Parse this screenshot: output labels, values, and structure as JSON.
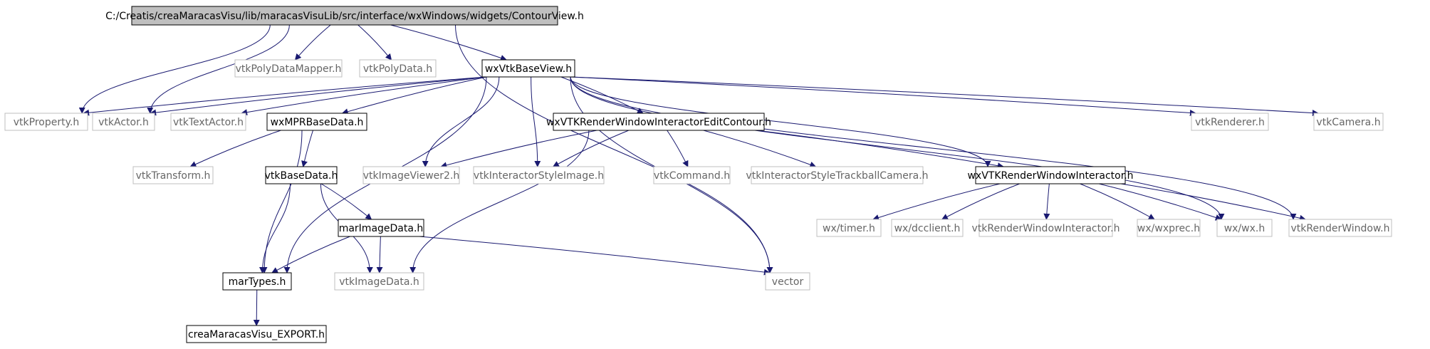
{
  "colors": {
    "edge": "#191970",
    "node_border_local": "#000000",
    "node_border_external": "#bfbfbf",
    "root_fill": "#bfbfbf",
    "node_fill": "#ffffff",
    "text": "#000000",
    "external_text": "#666666"
  },
  "nodes": [
    {
      "id": "contourview",
      "label": "C:/Creatis/creaMaracasVisu/lib/maracasVisuLib/src/interface/wxWindows/widgets/ContourView.h",
      "kind": "root"
    },
    {
      "id": "vtkpolydatamapper",
      "label": "vtkPolyDataMapper.h",
      "kind": "external"
    },
    {
      "id": "vtkpolydata",
      "label": "vtkPolyData.h",
      "kind": "external"
    },
    {
      "id": "wxvtkbaseview",
      "label": "wxVtkBaseView.h",
      "kind": "local"
    },
    {
      "id": "vtkproperty",
      "label": "vtkProperty.h",
      "kind": "external"
    },
    {
      "id": "vtkactor",
      "label": "vtkActor.h",
      "kind": "external"
    },
    {
      "id": "vtktextactor",
      "label": "vtkTextActor.h",
      "kind": "external"
    },
    {
      "id": "wxmprbasedata",
      "label": "wxMPRBaseData.h",
      "kind": "local"
    },
    {
      "id": "wxvtkrwiec",
      "label": "wxVTKRenderWindowInteractorEditContour.h",
      "kind": "local"
    },
    {
      "id": "vtkrenderer",
      "label": "vtkRenderer.h",
      "kind": "external"
    },
    {
      "id": "vtkcamera",
      "label": "vtkCamera.h",
      "kind": "external"
    },
    {
      "id": "vtktransform",
      "label": "vtkTransform.h",
      "kind": "external"
    },
    {
      "id": "vtkbasedata",
      "label": "vtkBaseData.h",
      "kind": "local"
    },
    {
      "id": "vtkimageviewer2",
      "label": "vtkImageViewer2.h",
      "kind": "external"
    },
    {
      "id": "vtkinteractorstyleimage",
      "label": "vtkInteractorStyleImage.h",
      "kind": "external"
    },
    {
      "id": "vtkcommand",
      "label": "vtkCommand.h",
      "kind": "external"
    },
    {
      "id": "vtkistc",
      "label": "vtkInteractorStyleTrackballCamera.h",
      "kind": "external"
    },
    {
      "id": "wxvtkrwi",
      "label": "wxVTKRenderWindowInteractor.h",
      "kind": "local"
    },
    {
      "id": "marimagedata",
      "label": "marImageData.h",
      "kind": "local"
    },
    {
      "id": "wxtimer",
      "label": "wx/timer.h",
      "kind": "external"
    },
    {
      "id": "wxdcclient",
      "label": "wx/dcclient.h",
      "kind": "external"
    },
    {
      "id": "vtkrwi",
      "label": "vtkRenderWindowInteractor.h",
      "kind": "external"
    },
    {
      "id": "wxwxprec",
      "label": "wx/wxprec.h",
      "kind": "external"
    },
    {
      "id": "wxwx",
      "label": "wx/wx.h",
      "kind": "external"
    },
    {
      "id": "vtkrenderwindow",
      "label": "vtkRenderWindow.h",
      "kind": "external"
    },
    {
      "id": "martypes",
      "label": "marTypes.h",
      "kind": "local"
    },
    {
      "id": "vtkimagedata",
      "label": "vtkImageData.h",
      "kind": "external"
    },
    {
      "id": "vector",
      "label": "vector",
      "kind": "external"
    },
    {
      "id": "creaexport",
      "label": "creaMaracasVisu_EXPORT.h",
      "kind": "local"
    }
  ],
  "edges": [
    [
      "contourview",
      "vtkproperty"
    ],
    [
      "contourview",
      "vtkactor"
    ],
    [
      "contourview",
      "vtkpolydatamapper"
    ],
    [
      "contourview",
      "vtkpolydata"
    ],
    [
      "contourview",
      "wxvtkbaseview"
    ],
    [
      "contourview",
      "vector"
    ],
    [
      "wxvtkbaseview",
      "vtkproperty"
    ],
    [
      "wxvtkbaseview",
      "vtkactor"
    ],
    [
      "wxvtkbaseview",
      "vtktextactor"
    ],
    [
      "wxvtkbaseview",
      "wxmprbasedata"
    ],
    [
      "wxvtkbaseview",
      "martypes"
    ],
    [
      "wxvtkbaseview",
      "vtkimageviewer2"
    ],
    [
      "wxvtkbaseview",
      "vtkinteractorstyleimage"
    ],
    [
      "wxvtkbaseview",
      "wxvtkrwiec"
    ],
    [
      "wxvtkbaseview",
      "vector"
    ],
    [
      "wxvtkbaseview",
      "wxvtkrwi"
    ],
    [
      "wxvtkbaseview",
      "wxwx"
    ],
    [
      "wxvtkbaseview",
      "vtkrenderer"
    ],
    [
      "wxvtkbaseview",
      "vtkcamera"
    ],
    [
      "wxvtkbaseview",
      "vtkrenderwindow"
    ],
    [
      "wxmprbasedata",
      "vtktransform"
    ],
    [
      "wxmprbasedata",
      "vtkbasedata"
    ],
    [
      "wxmprbasedata",
      "martypes"
    ],
    [
      "wxvtkrwiec",
      "vtkimageviewer2"
    ],
    [
      "wxvtkrwiec",
      "vtkinteractorstyleimage"
    ],
    [
      "wxvtkrwiec",
      "vtkcommand"
    ],
    [
      "wxvtkrwiec",
      "vtkistc"
    ],
    [
      "wxvtkrwiec",
      "wxvtkrwi"
    ],
    [
      "wxvtkrwiec",
      "vtkimagedata"
    ],
    [
      "vtkbasedata",
      "marimagedata"
    ],
    [
      "vtkbasedata",
      "martypes"
    ],
    [
      "vtkbasedata",
      "vtkimagedata"
    ],
    [
      "marimagedata",
      "martypes"
    ],
    [
      "marimagedata",
      "vtkimagedata"
    ],
    [
      "marimagedata",
      "vector"
    ],
    [
      "wxvtkrwi",
      "wxtimer"
    ],
    [
      "wxvtkrwi",
      "wxdcclient"
    ],
    [
      "wxvtkrwi",
      "vtkrwi"
    ],
    [
      "wxvtkrwi",
      "wxwxprec"
    ],
    [
      "wxvtkrwi",
      "wxwx"
    ],
    [
      "wxvtkrwi",
      "vtkrenderwindow"
    ],
    [
      "martypes",
      "creaexport"
    ]
  ]
}
